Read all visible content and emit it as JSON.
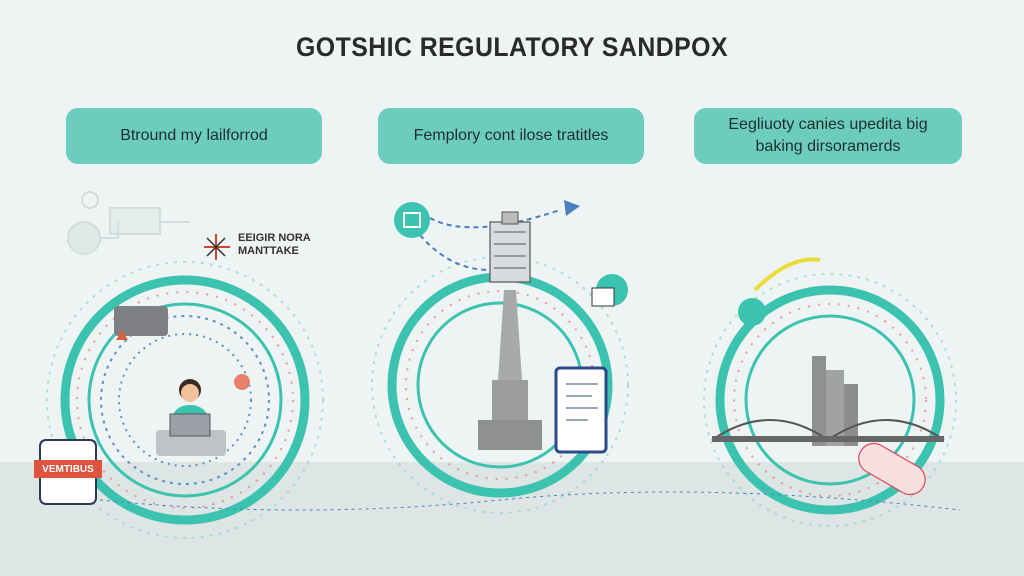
{
  "title": "GOTSHIC REGULATORY SANDPOX",
  "panels": [
    {
      "label": "Btround my lailforrod",
      "icon": "person-at-laptop-icon"
    },
    {
      "label": "Femplory cont ilose tratitles",
      "icon": "monument-tower-icon"
    },
    {
      "label": "Eegliuoty canies upedita big\nbaking dirsoramerds",
      "icon": "city-bridge-icon"
    }
  ],
  "side_label": "EEIGIR NORA\nMANTTAKE",
  "ribbon_label": "VEMTIBUS",
  "colors": {
    "accent": "#6ccdbf",
    "ring": "#3cc3b0",
    "background": "#eef4f3",
    "ribbon": "#e0533e"
  }
}
